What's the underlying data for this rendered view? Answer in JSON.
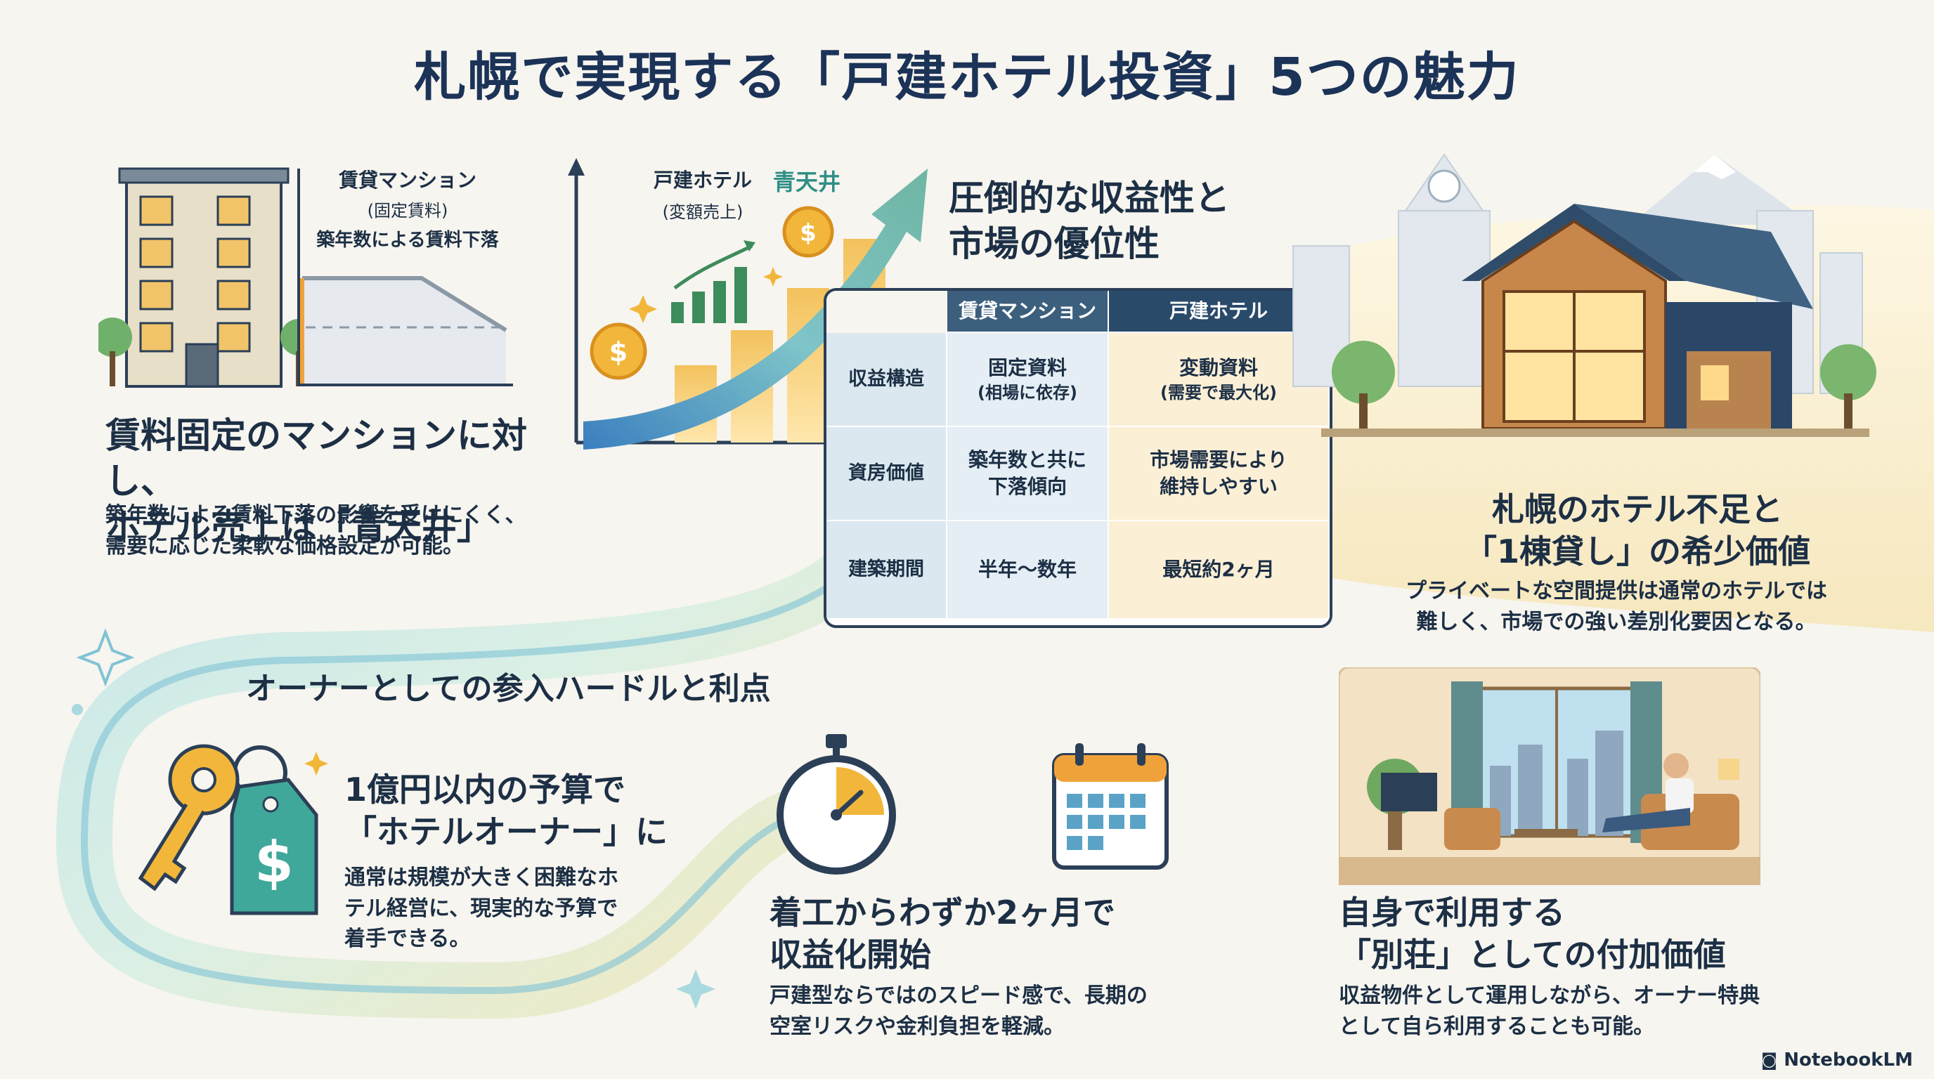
{
  "title": "札幌で実現する「戸建ホテル投資」5つの魅力",
  "s1": {
    "apt_label": "賃貸マンション",
    "apt_sub": "(固定賃料)",
    "apt_decline": "築年数による賃料下落",
    "heading_line1": "賃料固定のマンションに対し、",
    "heading_line2": "ホテル売上は「青天井」",
    "body_line1": "築年数による賃料下落の影響を受けにくく、",
    "body_line2": "需要に応じた柔軟な価格設定が可能。"
  },
  "s2": {
    "hotel_label": "戸建ホテル",
    "hotel_sub": "(変額売上)",
    "sky_label": "青天井",
    "heading_line1": "圧倒的な収益性と",
    "heading_line2": "市場の優位性"
  },
  "table": {
    "col_a": "賃貸マンション",
    "col_b": "戸建ホテル",
    "rows": [
      {
        "label": "収益構造",
        "a1": "固定資料",
        "a2": "(相場に依存)",
        "b1": "変動資料",
        "b2": "(需要で最大化)"
      },
      {
        "label": "資房価値",
        "a1": "築年数と共に",
        "a2": "下落傾向",
        "b1": "市場需要により",
        "b2": "維持しやすい"
      },
      {
        "label": "建築期間",
        "a1": "半年〜数年",
        "a2": "",
        "b1": "最短約2ヶ月",
        "b2": ""
      }
    ]
  },
  "s3": {
    "heading_line1": "札幌のホテル不足と",
    "heading_line2": "「1棟貸し」の希少価値",
    "body_line1": "プライベートな空間提供は通常のホテルでは",
    "body_line2": "難しく、市場での強い差別化要因となる。"
  },
  "section_title": "オーナーとしての参入ハードルと利点",
  "s4": {
    "heading_line1": "1億円以内の予算で",
    "heading_line2": "「ホテルオーナー」に",
    "body_line1": "通常は規模が大きく困難なホ",
    "body_line2": "テル経営に、現実的な予算で",
    "body_line3": "着手できる。"
  },
  "s5": {
    "heading_line1": "着工からわずか2ヶ月で",
    "heading_line2": "収益化開始",
    "body_line1": "戸建型ならではのスピード感で、長期の",
    "body_line2": "空室リスクや金利負担を軽減。"
  },
  "s6": {
    "heading_line1": "自身で利用する",
    "heading_line2": "「別荘」としての付加価値",
    "body_line1": "収益物件として運用しながら、オーナー特典",
    "body_line2": "として自ら利用することも可能。"
  },
  "footer": {
    "brand": "NotebookLM"
  },
  "colors": {
    "navy": "#1c2f45",
    "teal": "#3d5f7e",
    "orange": "#f0a23a",
    "gold": "#f2b73a"
  }
}
